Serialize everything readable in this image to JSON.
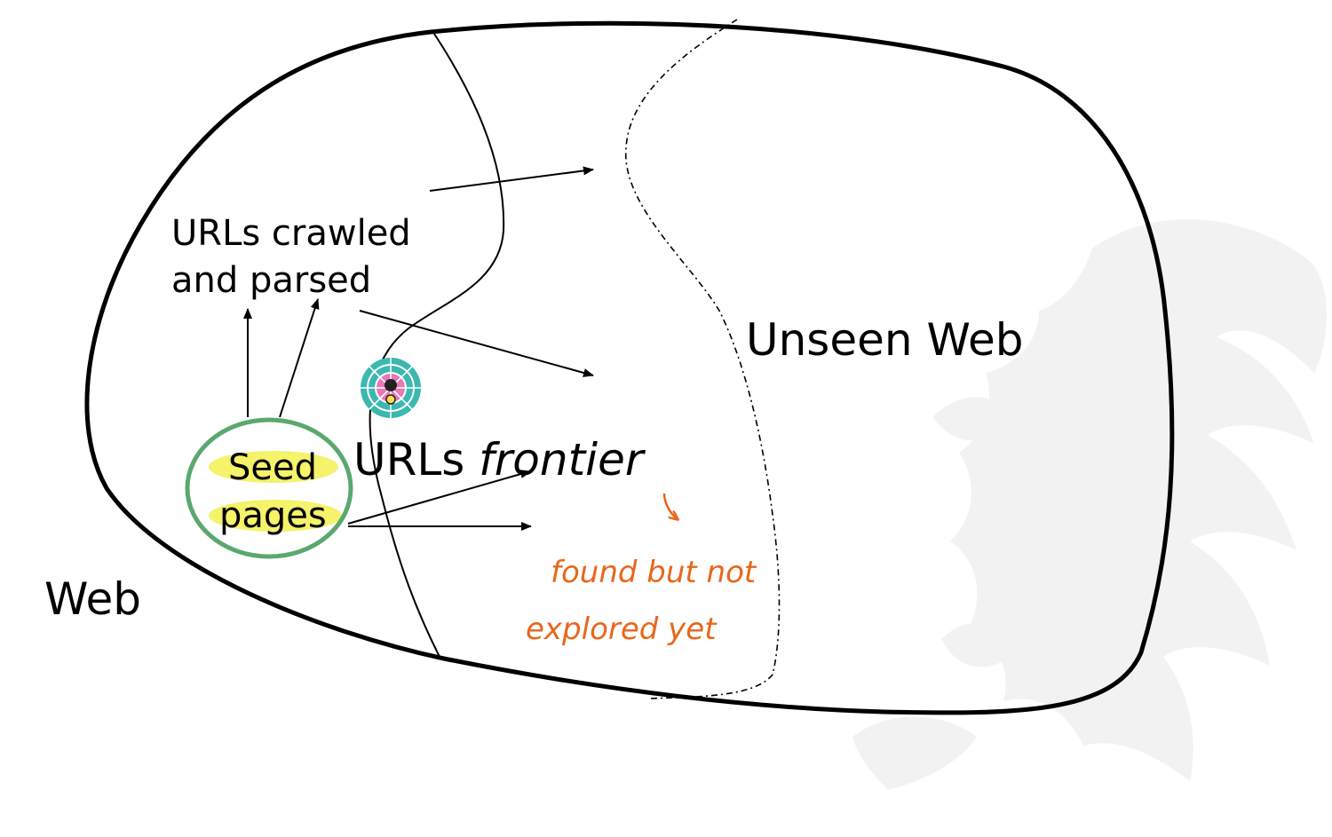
{
  "diagram": {
    "labels": {
      "crawled_line1": "URLs crawled",
      "crawled_line2": "and parsed",
      "unseen": "Unseen Web",
      "frontier_prefix": "URLs ",
      "frontier_italic": "frontier",
      "seed_line1": "Seed",
      "seed_line2": "pages",
      "web": "Web"
    },
    "annotation": {
      "line1": "found but not",
      "line2": "explored yet"
    },
    "icons": {
      "crawler": "spider-web-icon",
      "watermark": "dragon-watermark-icon"
    },
    "colors": {
      "outline": "#000000",
      "seed_circle": "#5aa86e",
      "highlight": "#f4f36a",
      "annotation": "#e8671c",
      "web_icon_teal": "#3bb8b0",
      "web_icon_pink": "#e878b8",
      "watermark": "#f1f1f1"
    }
  }
}
